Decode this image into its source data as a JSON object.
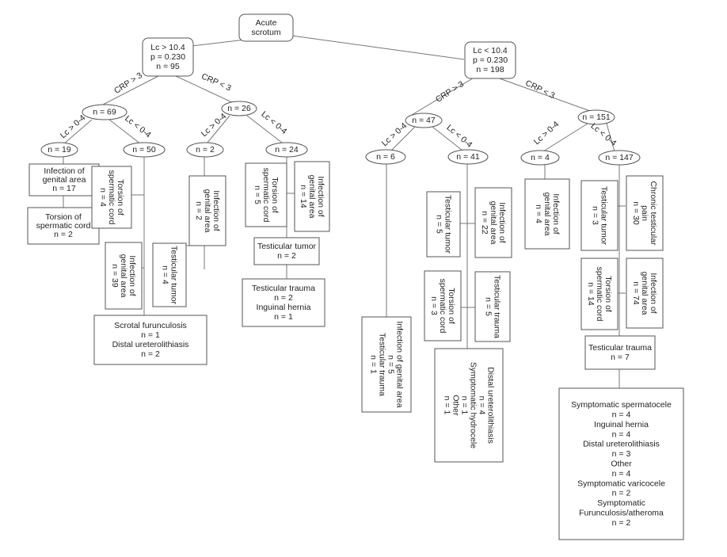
{
  "root": [
    "Acute",
    "scrotum"
  ],
  "split1": {
    "left": [
      "Lc > 10.4",
      "p = 0.230",
      "n = 95"
    ],
    "right": [
      "Lc < 10.4",
      "p = 0.230",
      "n = 198"
    ]
  },
  "edge_labels": {
    "crp_gt": "CRP > 3",
    "crp_lt": "CRP < 3",
    "lc_gt": "Lc > 0-4",
    "lc_lt": "Lc < 0-4"
  },
  "nodes": {
    "L1": "n = 69",
    "L2": "n = 26",
    "R1": "n = 47",
    "R2": "n = 151",
    "L1a": "n = 19",
    "L1b": "n = 50",
    "L2a": "n = 2",
    "L2b": "n = 24",
    "R1a": "n = 6",
    "R1b": "n = 41",
    "R2a": "n = 4",
    "R2b": "n = 147"
  },
  "leaves": {
    "l1a_infection": [
      "Infection of",
      "genital area",
      "n = 17"
    ],
    "l1a_torsion": [
      "Torsion of",
      "spermatic cord",
      "n = 2"
    ],
    "l1b_torsion": [
      "Torsion of",
      "spermatic cord",
      "n = 4"
    ],
    "l1b_infection": [
      "Infection of",
      "genital area",
      "n = 39"
    ],
    "l1b_bottom": [
      "Scrotal furunculosis",
      "n = 1",
      "Distal ureterolithiasis",
      "n = 2"
    ],
    "l2a_infection": [
      "Infection of",
      "genital area",
      "n = 2"
    ],
    "l2a_tumor": [
      "Testicular tumor",
      "n = 4"
    ],
    "l2b_torsion": [
      "Torsion of",
      "spermatic cord",
      "n = 5"
    ],
    "l2b_infection": [
      "Infection of",
      "genital area",
      "n = 14"
    ],
    "l2b_tumor": [
      "Testicular tumor",
      "n = 2"
    ],
    "l2b_trauma": [
      "Testicular trauma",
      "n = 2",
      "Inguinal hernia",
      "n = 1"
    ],
    "r1a_mixed": [
      "Infection of genital area",
      "n = 5",
      "Testicular trauma",
      "n = 1"
    ],
    "r1b_tumor": [
      "Testicular tumor",
      "n = 5"
    ],
    "r1b_infection": [
      "Infection of",
      "genital area",
      "n = 22"
    ],
    "r1b_torsion": [
      "Torsion of",
      "spermatic cord",
      "n = 3"
    ],
    "r1b_trauma": [
      "Testicular trauma",
      "n = 5"
    ],
    "r1b_bottom": [
      "Distal ureterolithiasis",
      "n = 4",
      "Symptomatic hydrocele",
      "n = 1",
      "Other",
      "n = 1"
    ],
    "r2a_infection": [
      "Infection of",
      "genital area",
      "n = 4"
    ],
    "r2b_tumor": [
      "Testicular tumor",
      "n = 3"
    ],
    "r2b_pain": [
      "Chronic testicular",
      "pain",
      "n = 30"
    ],
    "r2b_torsion": [
      "Torsion of",
      "spermatic cord",
      "n = 14"
    ],
    "r2b_infection": [
      "Infection of",
      "genital area",
      "n = 74"
    ],
    "r2b_trauma": [
      "Testicular trauma",
      "n = 7"
    ],
    "r2b_bottom": [
      "Symptomatic spermatocele",
      "n = 4",
      "Inguinal hernia",
      "n = 4",
      "Distal ureterolithiasis",
      "n = 3",
      "Other",
      "n = 4",
      "Symptomatic varicocele",
      "n = 2",
      "Symptomatic",
      "Furunculosis/atheroma",
      "n = 2"
    ]
  }
}
